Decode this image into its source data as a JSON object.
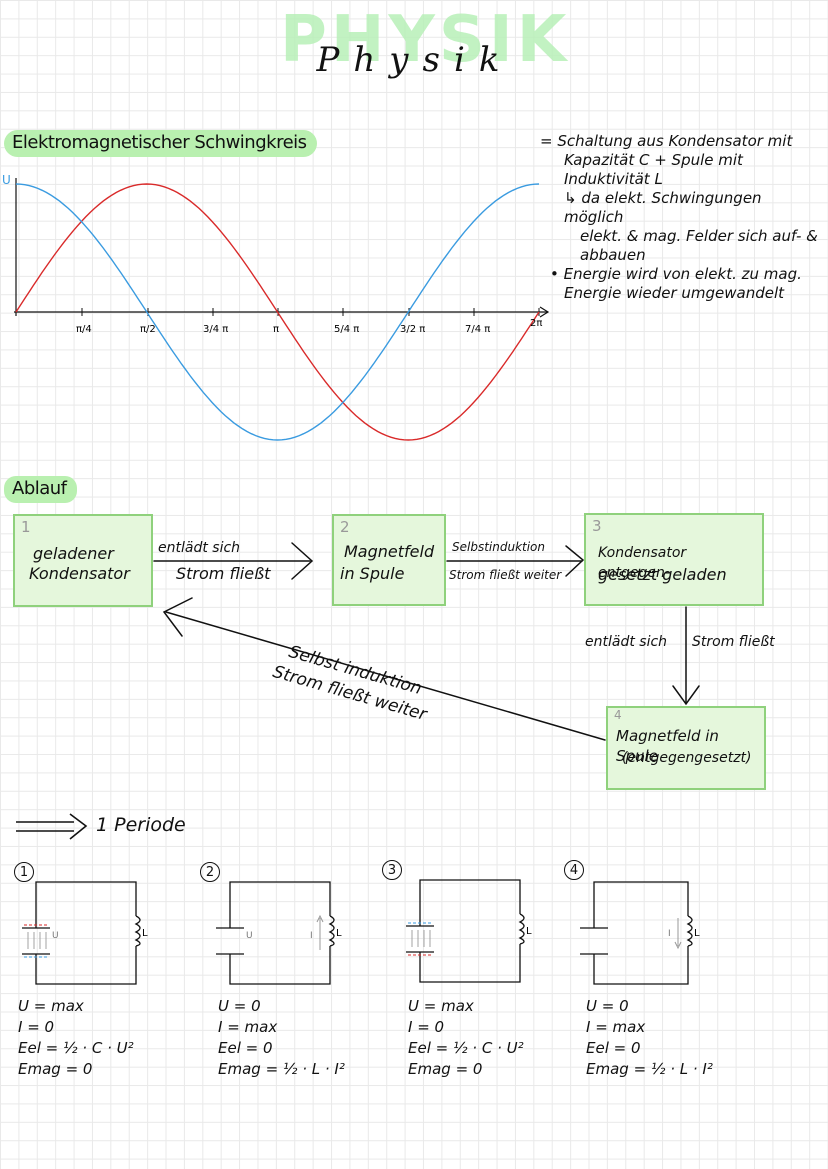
{
  "header": {
    "title_bg": "PHYSIK",
    "title": "Physik"
  },
  "section1": {
    "title": "Elektromagnetischer Schwingkreis",
    "graph": {
      "y_label": "U",
      "x_ticks": [
        "π/4",
        "π/2",
        "3/4 π",
        "π",
        "5/4 π",
        "3/2 π",
        "7/4 π",
        "2π"
      ]
    },
    "notes": [
      "= Schaltung aus Kondensator mit",
      "Kapazität C + Spule mit",
      "Induktivität L",
      "↳ da elekt. Schwingungen möglich",
      "elekt. & mag. Felder sich auf- &",
      "abbauen",
      "• Energie wird von elekt. zu mag.",
      "Energie wieder umgewandelt"
    ]
  },
  "section2": {
    "title": "Ablauf",
    "boxes": [
      {
        "num": "1",
        "line1": "geladener",
        "line2": "Kondensator"
      },
      {
        "num": "2",
        "line1": "Magnetfeld",
        "line2": "in Spule"
      },
      {
        "num": "3",
        "line1": "Kondensator entgegen-",
        "line2": "gesetzt  geladen"
      },
      {
        "num": "4",
        "line1": "Magnetfeld in Spule",
        "line2": "(entgegengesetzt)"
      }
    ],
    "arrows": {
      "a1_top": "entlädt sich",
      "a1_bottom": "Strom fließt",
      "a2_top": "Selbstinduktion",
      "a2_bottom": "Strom fließt weiter",
      "a3_left": "entlädt sich",
      "a3_right": "Strom fließt",
      "a4_top": "Selbst induktion",
      "a4_bottom": "Strom fließt  weiter"
    },
    "conclusion": "1 Periode"
  },
  "circuits": [
    {
      "num": "1",
      "cap_label": "U",
      "coil_label": "L",
      "cur_label": "",
      "eq": [
        "U = max",
        "I = 0",
        "Eel = ½ · C · U²",
        "Emag = 0"
      ]
    },
    {
      "num": "2",
      "cap_label": "U",
      "coil_label": "L",
      "cur_label": "I",
      "eq": [
        "U = 0",
        "I = max",
        "Eel = 0",
        "Emag = ½ · L · I²"
      ]
    },
    {
      "num": "3",
      "cap_label": "",
      "coil_label": "L",
      "cur_label": "",
      "eq": [
        "U = max",
        "I = 0",
        "Eel = ½ · C · U²",
        "Emag = 0"
      ]
    },
    {
      "num": "4",
      "cap_label": "",
      "coil_label": "L",
      "cur_label": "I",
      "eq": [
        "U = 0",
        "I = max",
        "Eel = 0",
        "Emag = ½ · L · I²"
      ]
    }
  ],
  "colors": {
    "green_highlight": "#b9f0b0",
    "box_fill": "#e5f7dc",
    "box_border": "#8fd17c",
    "red_curve": "#d92a2a",
    "blue_curve": "#3a9be0"
  }
}
